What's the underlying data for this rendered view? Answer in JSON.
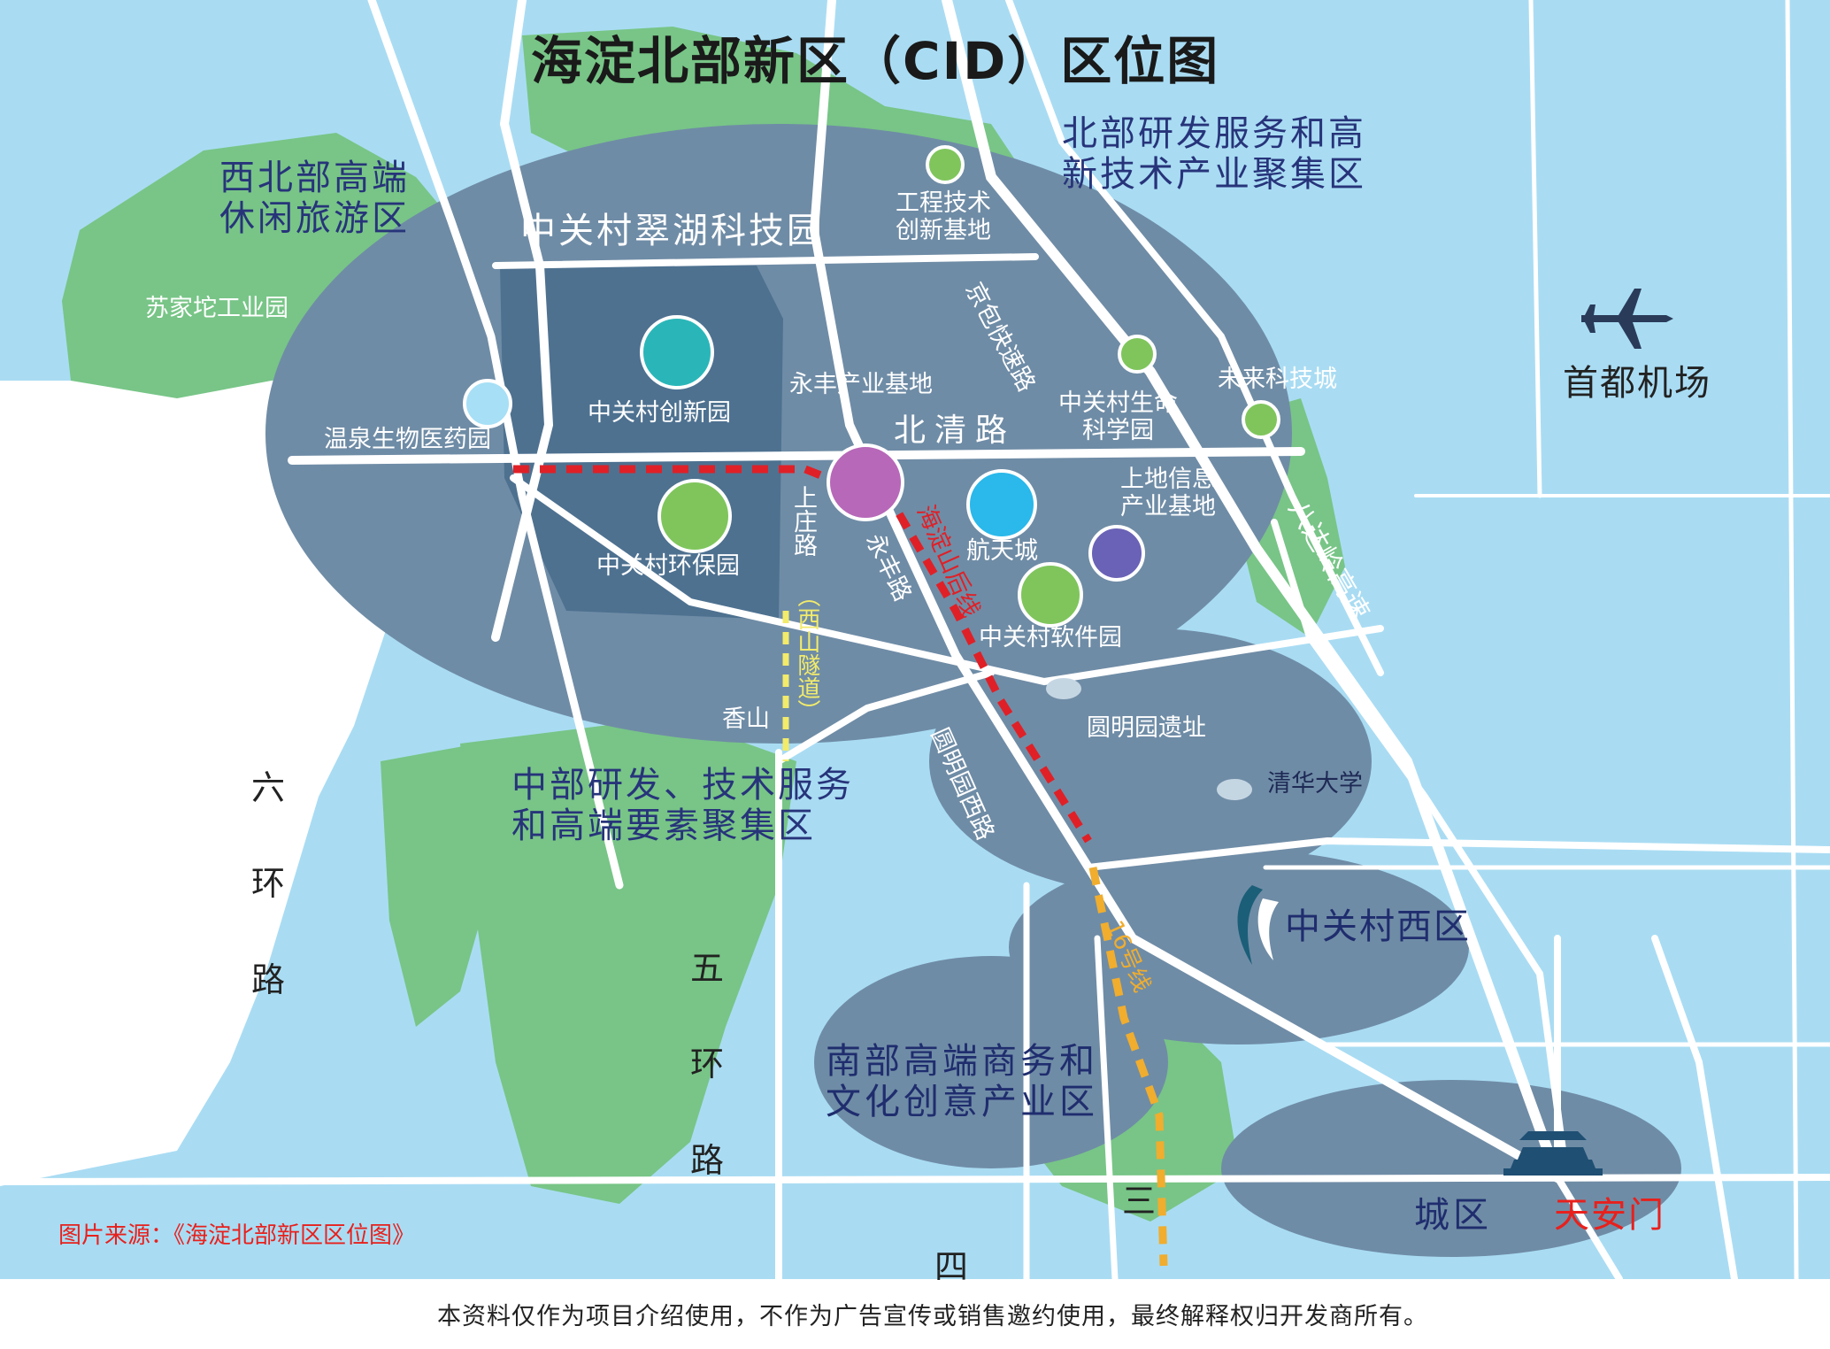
{
  "title": "海淀北部新区（CID）区位图",
  "zones": {
    "northwest": "西北部高端\n休闲旅游区",
    "north": "北部研发服务和高\n新技术产业聚集区",
    "central": "中部研发、技术服务\n和高端要素聚集区",
    "south": "南部高端商务和\n文化创意产业区"
  },
  "parks": {
    "cuihu": "中关村翠湖科技园",
    "engineering": "工程技术\n创新基地",
    "sujiatuo": "苏家坨工业园",
    "innovation": "中关村创新园",
    "yongfeng_base": "永丰产业基地",
    "life_science": "中关村生命\n科学园",
    "future_city": "未来科技城",
    "hot_spring": "温泉生物医药园",
    "shangdi": "上地信息\n产业基地",
    "eco": "中关村环保园",
    "aerospace": "航天城",
    "software": "中关村软件园",
    "xiangshan": "香山",
    "yuanmingyuan": "圆明园遗址",
    "tsinghua": "清华大学",
    "zgc_west": "中关村西区",
    "city": "城区",
    "tiananmen": "天安门",
    "airport": "首都机场"
  },
  "roads": {
    "beiqing": "北清路",
    "jingbao": "京包快速路",
    "shangzhuang": "上庄路",
    "xishan_tunnel": "（西山隧道）",
    "yongfeng": "永丰路",
    "shanhou": "海淀山后线",
    "yuanmingyuan_west": "圆明园西路",
    "badaling": "八达岭高速",
    "line16": "16号线",
    "ring6": "六\n环\n路",
    "ring5": "五\n环\n路",
    "ring3": "三",
    "ring4": "四"
  },
  "source": "图片来源：《海淀北部新区区位图》",
  "disclaimer": "本资料仅作为项目介绍使用，不作为广告宣传或销售邀约使用，最终解释权归开发商所有。",
  "colors": {
    "water": "#a9dcf3",
    "green": "#78c587",
    "zone_fill": "#6f8ca6",
    "zone_dark": "#4e7190",
    "road": "#ffffff",
    "rail_red": "#e02027",
    "rail_yellow": "#f2eb6b",
    "rail_orange": "#f0ad2e"
  },
  "markers": [
    {
      "name": "engineering",
      "color": "#7fc55c"
    },
    {
      "name": "innovation",
      "color": "#2ab6b9"
    },
    {
      "name": "life_science",
      "color": "#7fc55c"
    },
    {
      "name": "future_city",
      "color": "#7fc55c"
    },
    {
      "name": "hot_spring",
      "color": "#a6dff6"
    },
    {
      "name": "eco",
      "color": "#7fc55c"
    },
    {
      "name": "yongfeng_hub",
      "color": "#b768b8"
    },
    {
      "name": "aerospace",
      "color": "#2bb8ea"
    },
    {
      "name": "shangdi",
      "color": "#6a62b6"
    },
    {
      "name": "software",
      "color": "#7fc55c"
    }
  ],
  "icons": [
    "airplane-icon",
    "tiananmen-icon",
    "zgc-west-logo-icon"
  ]
}
